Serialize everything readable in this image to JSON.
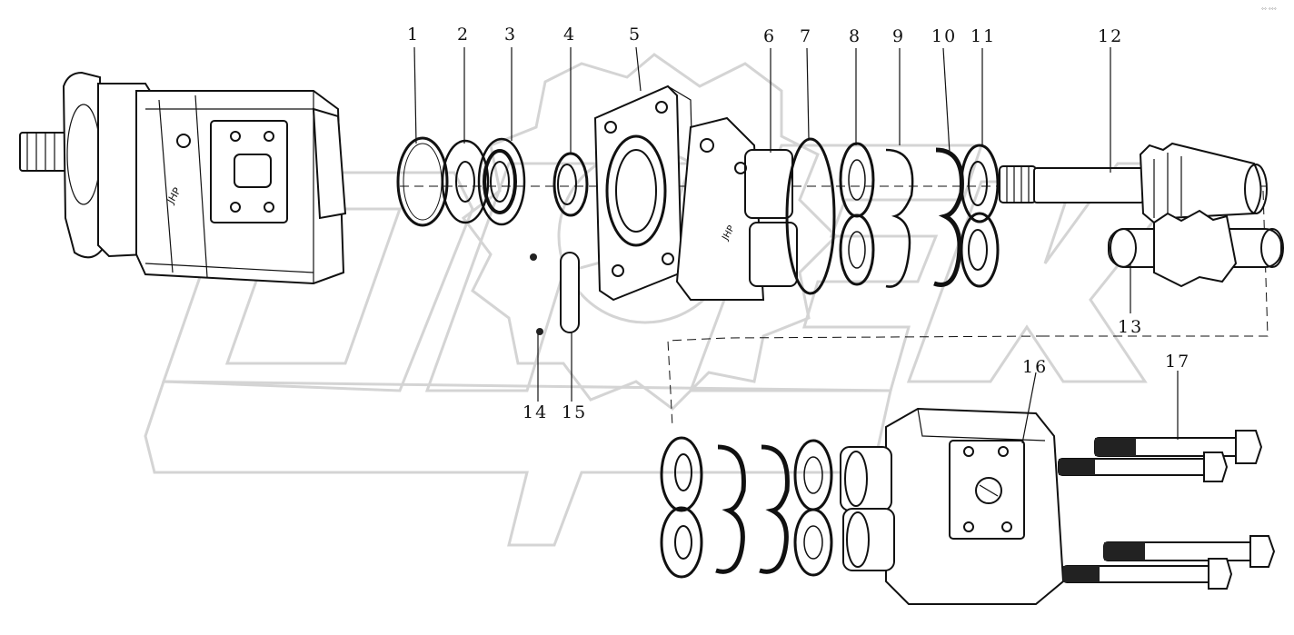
{
  "corner_mark": "°° °°°",
  "callouts": [
    "1",
    "2",
    "3",
    "4",
    "5",
    "6",
    "7",
    "8",
    "9",
    "10",
    "11",
    "12",
    "13",
    "14",
    "15",
    "16",
    "17"
  ]
}
